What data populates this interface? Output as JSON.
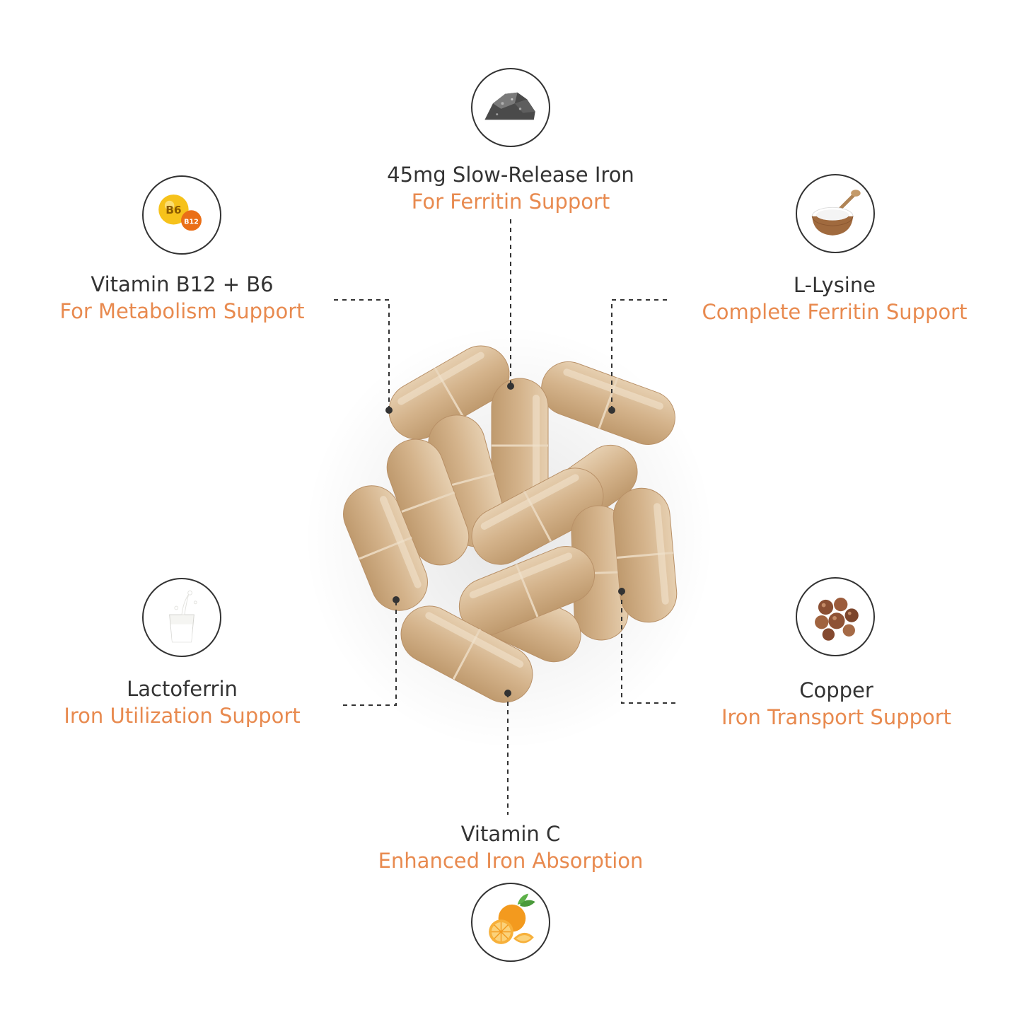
{
  "colors": {
    "name_text": "#333333",
    "benefit_text": "#e88a4f",
    "connector": "#333333",
    "capsule_shell": "#d9bc98",
    "capsule_shade": "#c29c72"
  },
  "ingredients": [
    {
      "id": "iron",
      "name": "45mg Slow-Release Iron",
      "benefit": "For Ferritin Support",
      "icon": "iron-stone-icon"
    },
    {
      "id": "vitamin-b",
      "name": "Vitamin B12 + B6",
      "benefit": "For Metabolism Support",
      "icon": "vitamin-b-capsules-icon",
      "icon_text": [
        "B6",
        "B12"
      ]
    },
    {
      "id": "lysine",
      "name": "L-Lysine",
      "benefit": "Complete Ferritin Support",
      "icon": "powder-bowl-icon"
    },
    {
      "id": "lactoferrin",
      "name": "Lactoferrin",
      "benefit": "Iron Utilization Support",
      "icon": "milk-glass-icon"
    },
    {
      "id": "copper",
      "name": "Copper",
      "benefit": "Iron Transport Support",
      "icon": "copper-nuggets-icon"
    },
    {
      "id": "vitamin-c",
      "name": "Vitamin C",
      "benefit": "Enhanced Iron Absorption",
      "icon": "orange-icon"
    }
  ]
}
